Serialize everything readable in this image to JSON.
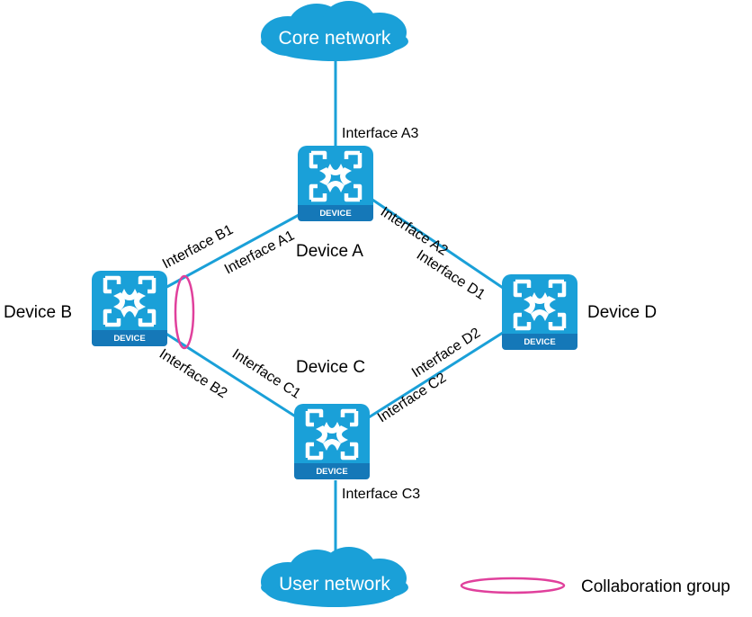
{
  "clouds": {
    "core": "Core network",
    "user": "User network"
  },
  "devices": {
    "a": "Device A",
    "b": "Device B",
    "c": "Device C",
    "d": "Device D",
    "icon_label": "DEVICE"
  },
  "interfaces": {
    "a1": "Interface A1",
    "a2": "Interface A2",
    "a3": "Interface A3",
    "b1": "Interface B1",
    "b2": "Interface B2",
    "c1": "Interface C1",
    "c2": "Interface C2",
    "c3": "Interface C3",
    "d1": "Interface D1",
    "d2": "Interface D2"
  },
  "legend": {
    "collaboration_group": "Collaboration group"
  },
  "colors": {
    "link": "#1aa0d8",
    "cloud": "#1aa0d8",
    "device": "#1aa0d8",
    "collaboration_group": "#e0409c"
  }
}
